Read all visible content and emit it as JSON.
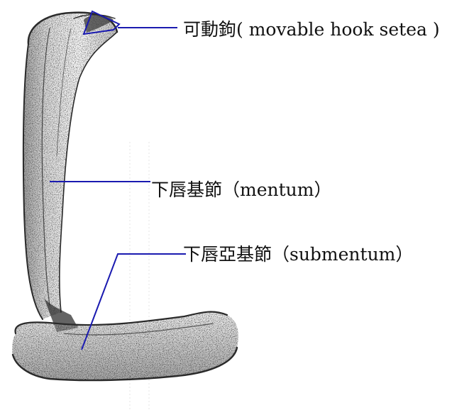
{
  "labels": {
    "movable_hook": "可動鉤( movable hook setea )",
    "mentum": "下唇基節（mentum）",
    "submentum": "下唇亞基節（submentum）"
  },
  "colors": {
    "leader": "#1a1ab0",
    "ink": "#2a2a2a",
    "background": "#ffffff"
  }
}
